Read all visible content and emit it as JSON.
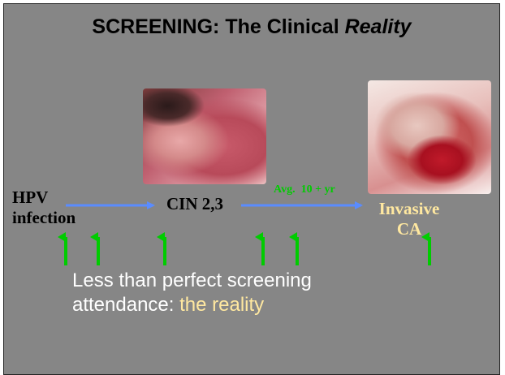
{
  "title": {
    "main": "SCREENING: The Clinical ",
    "emphasis": "Reality"
  },
  "stages": {
    "hpv": [
      "HPV",
      "infection"
    ],
    "cin": "CIN 2,3",
    "invasive": [
      "Invasive",
      "CA"
    ]
  },
  "interval_label": "Avg.  10 + yr",
  "caption": {
    "line1": "Less than perfect  screening",
    "line2_prefix": "attendance:  ",
    "line2_highlight": "the  reality"
  },
  "colors": {
    "background": "#868686",
    "timeline_arrow": "#5a8cff",
    "screening_arrow": "#00cc00",
    "highlight_text": "#ffe8a0"
  },
  "photos": [
    "cin-colposcopy-photo",
    "invasive-cancer-photo"
  ]
}
